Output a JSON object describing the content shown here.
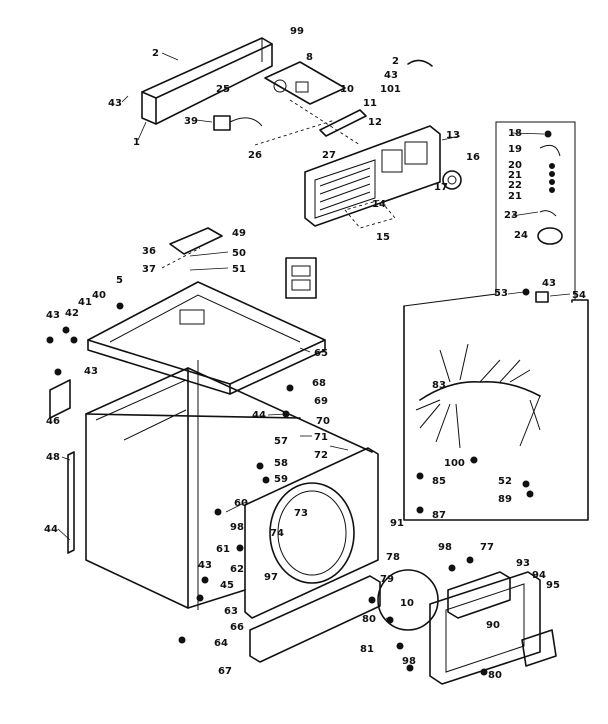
{
  "labels": [
    "99",
    "2",
    "43",
    "1",
    "8",
    "10",
    "11",
    "25",
    "39",
    "26",
    "12",
    "27",
    "2",
    "43",
    "101",
    "13",
    "16",
    "17",
    "14",
    "15",
    "18",
    "19",
    "20",
    "21",
    "22",
    "21",
    "23",
    "24",
    "43",
    "53",
    "54",
    "49",
    "36",
    "50",
    "37",
    "51",
    "5",
    "40",
    "41",
    "42",
    "43",
    "65",
    "43",
    "46",
    "68",
    "69",
    "44",
    "70",
    "71",
    "72",
    "57",
    "58",
    "59",
    "60",
    "48",
    "98",
    "61",
    "62",
    "73",
    "74",
    "97",
    "44",
    "43",
    "45",
    "63",
    "66",
    "64",
    "67",
    "83",
    "100",
    "85",
    "52",
    "89",
    "87",
    "91",
    "78",
    "79",
    "10",
    "80",
    "81",
    "98",
    "98",
    "77",
    "93",
    "94",
    "95",
    "90",
    "80"
  ]
}
